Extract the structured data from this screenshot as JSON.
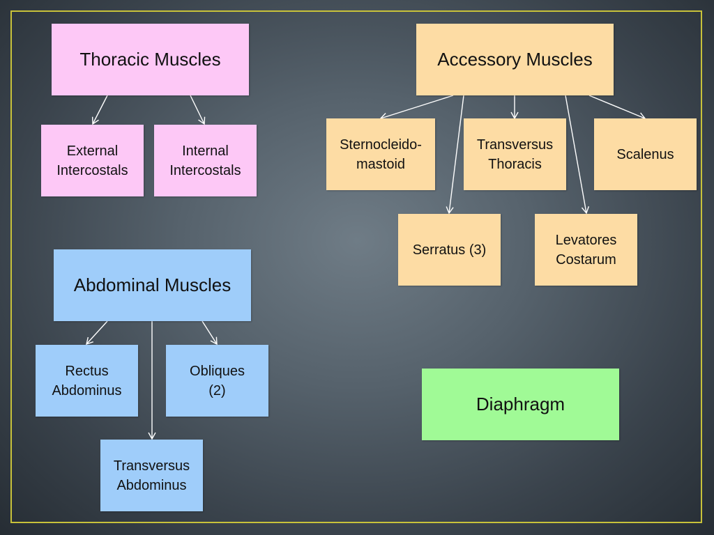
{
  "thoracic": {
    "title": "Thoracic Muscles",
    "children": [
      "External\nIntercostals",
      "Internal\nIntercostals"
    ]
  },
  "accessory": {
    "title": "Accessory Muscles",
    "children": [
      "Sternocleido-\nmastoid",
      "Transversus\nThoracis",
      "Scalenus",
      "Serratus (3)",
      "Levatores\nCostarum"
    ]
  },
  "abdominal": {
    "title": "Abdominal Muscles",
    "children": [
      "Rectus\nAbdominus",
      "Obliques\n(2)",
      "Transversus\nAbdominus"
    ]
  },
  "diaphragm": {
    "title": "Diaphragm"
  },
  "colors": {
    "thoracic": "#fdc8f6",
    "accessory": "#fddca4",
    "abdominal": "#9fcdfa",
    "diaphragm": "#a0fa96",
    "frame": "#c8c23a"
  }
}
